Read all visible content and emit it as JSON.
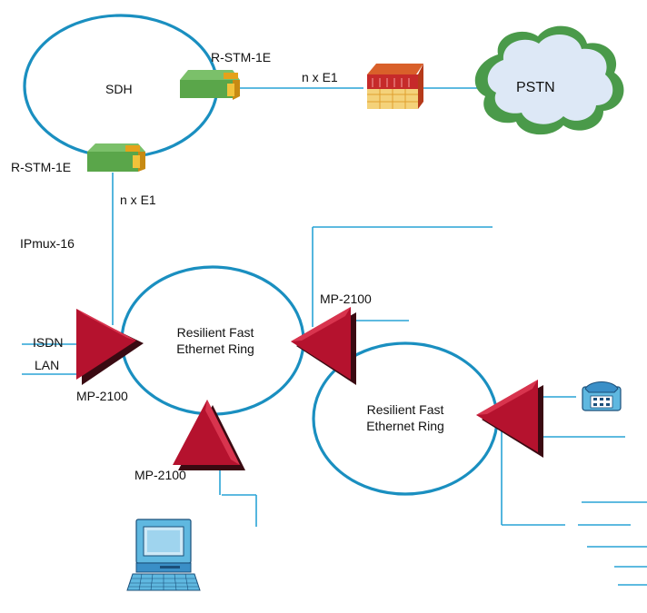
{
  "sdh": {
    "label": "SDH"
  },
  "rstm_top": {
    "label": "R-STM-1E"
  },
  "rstm_bottom": {
    "label": "R-STM-1E"
  },
  "link_sdh_exchange": {
    "label": "n x E1"
  },
  "link_sdh_ipmux": {
    "label": "n x E1"
  },
  "pstn": {
    "label": "PSTN"
  },
  "ipmux": {
    "label": "IPmux-16"
  },
  "ring1": {
    "line1": "Resilient Fast",
    "line2": "Ethernet Ring"
  },
  "ring2": {
    "line1": "Resilient Fast",
    "line2": "Ethernet Ring"
  },
  "mp_left": {
    "label": "MP-2100",
    "port1": "ISDN",
    "port2": "LAN"
  },
  "mp_right": {
    "label": "MP-2100"
  },
  "mp_bottom": {
    "label": "MP-2100"
  },
  "colors": {
    "line": "#29a3d6",
    "ring": "#1a8fc0",
    "mp_red": "#b5122e",
    "mp_dark": "#3a0a12",
    "modem_green": "#5aa64a",
    "modem_orange": "#e5a21a",
    "cloud_fill": "#dde8f6",
    "cloud_edge": "#4a9a4a"
  }
}
